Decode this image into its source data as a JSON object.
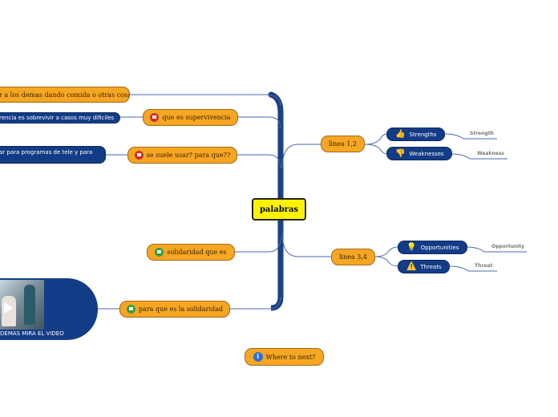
{
  "central": {
    "label": "palabras"
  },
  "left_topics": [
    {
      "label": "que es supervivencia",
      "flag": "red-flag-icon"
    },
    {
      "label": "se suele usar? para que??",
      "flag": "red-flag-icon"
    },
    {
      "label": "solidaridad que es",
      "flag": "green-flag-icon"
    },
    {
      "label": "para que es la solidaridad",
      "flag": "green-flag-icon"
    }
  ],
  "left_subtopics": [
    {
      "label": "r a los demas dando comida o otras cosa"
    },
    {
      "label": "rencia es sobrevivir a casos muy dificiles"
    },
    {
      "label": "ar para programas de tele y para"
    }
  ],
  "video": {
    "caption": "DEMAS MIRA EL VIDEO"
  },
  "right_topics": [
    {
      "label": "linea 1,2"
    },
    {
      "label": "linea 3,4"
    }
  ],
  "swot": [
    {
      "label": "Strengths",
      "icon": "thumbs-up-icon",
      "note": "Strength"
    },
    {
      "label": "Weaknesses",
      "icon": "thumbs-down-icon",
      "note": "Weakness"
    },
    {
      "label": "Opportunities",
      "icon": "lightbulb-icon",
      "note": "Opportunity"
    },
    {
      "label": "Threats",
      "icon": "warning-icon",
      "note": "Threat"
    }
  ],
  "footer": {
    "label": "Where to next?",
    "icon": "info-icon"
  },
  "colors": {
    "topic": "#f6a623",
    "subtopic": "#133c86",
    "central": "#fff200",
    "connector": "#1f4a96"
  }
}
